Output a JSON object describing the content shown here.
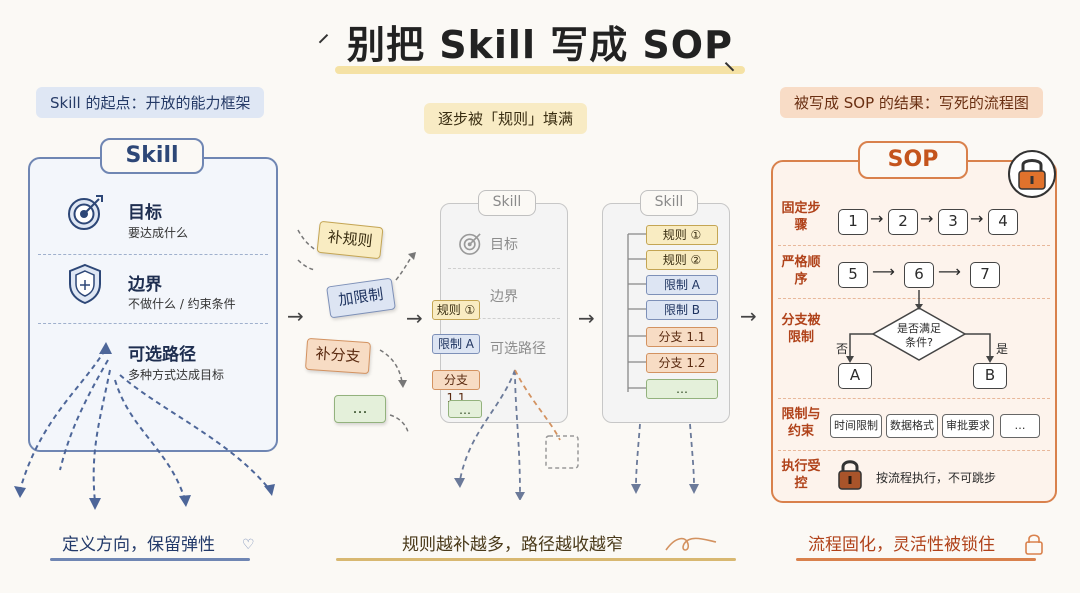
{
  "title": "别把 Skill 写成 SOP",
  "left": {
    "label": "Skill 的起点：开放的能力框架",
    "card_tag": "Skill",
    "rows": [
      {
        "icon": "target-icon",
        "title": "目标",
        "sub": "要达成什么"
      },
      {
        "icon": "shield-icon",
        "title": "边界",
        "sub": "不做什么 / 约束条件"
      },
      {
        "icon": "route-icon",
        "title": "可选路径",
        "sub": "多种方式达成目标"
      }
    ],
    "bottom": "定义方向，保留弹性"
  },
  "middle": {
    "label": "逐步被「规则」填满",
    "notes": [
      "补规则",
      "加限制",
      "补分支",
      "…"
    ],
    "card1": {
      "tag": "Skill",
      "rows": [
        "目标",
        "边界",
        "可选路径"
      ],
      "chips": [
        "规则 ①",
        "限制 A",
        "分支 1.1",
        "…"
      ]
    },
    "card2": {
      "tag": "Skill",
      "items": [
        "规则 ①",
        "规则 ②",
        "限制 A",
        "限制 B",
        "分支 1.1",
        "分支 1.2",
        "…"
      ]
    },
    "bottom": "规则越补越多，路径越收越窄"
  },
  "right": {
    "label": "被写成 SOP 的结果：写死的流程图",
    "card_tag": "SOP",
    "row1": {
      "label": "固定步骤",
      "steps": [
        "1",
        "2",
        "3",
        "4"
      ]
    },
    "row2": {
      "label": "严格顺序",
      "steps": [
        "5",
        "6",
        "7"
      ]
    },
    "row3": {
      "label": "分支被限制",
      "decision": "是否满足条件?",
      "no": "否",
      "yes": "是",
      "a": "A",
      "b": "B"
    },
    "row4": {
      "label": "限制与约束",
      "boxes": [
        "时间限制",
        "数据格式",
        "审批要求",
        "…"
      ]
    },
    "row5": {
      "label": "执行受控",
      "text": "按流程执行，不可跳步"
    },
    "bottom": "流程固化，灵活性被锁住"
  },
  "colors": {
    "blue": "#6f86b3",
    "yellow": "#c4a553",
    "orange": "#d9814c"
  }
}
